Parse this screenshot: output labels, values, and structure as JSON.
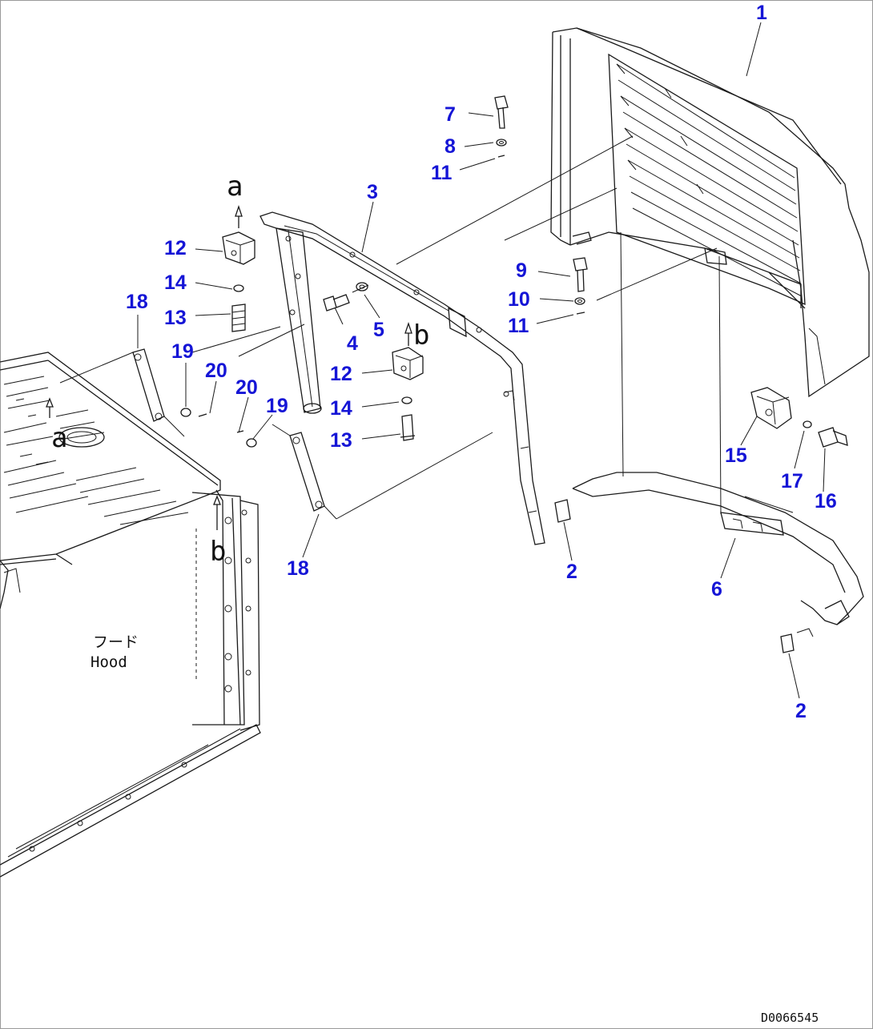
{
  "callouts": [
    "1",
    "2",
    "3",
    "4",
    "5",
    "6",
    "7",
    "8",
    "9",
    "10",
    "11",
    "12",
    "13",
    "14",
    "15",
    "16",
    "17",
    "18",
    "19",
    "20"
  ],
  "view_tags": {
    "a": "a",
    "b": "b"
  },
  "hood_label": {
    "jp": "フード",
    "en": "Hood"
  },
  "drawing_code": "D0066545"
}
